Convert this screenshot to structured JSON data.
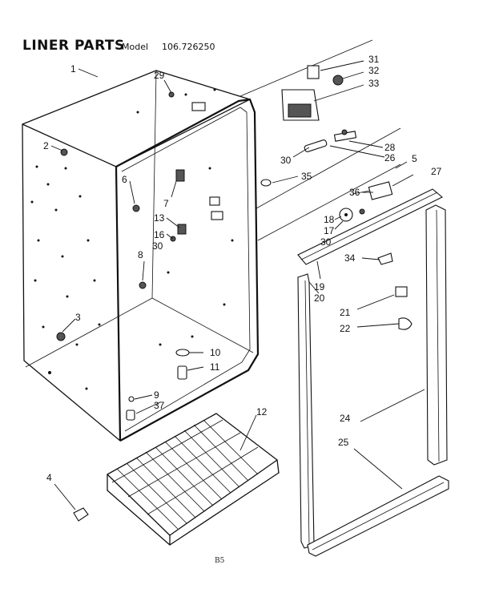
{
  "header": {
    "title": "LINER PARTS",
    "model_label": "Model",
    "model_number": "106.726250"
  },
  "callouts": {
    "c1": "1",
    "c2": "2",
    "c3": "3",
    "c4": "4",
    "c5": "5",
    "c6": "6",
    "c7": "7",
    "c8": "8",
    "c9": "9",
    "c10": "10",
    "c11": "11",
    "c12": "12",
    "c13": "13",
    "c16": "16",
    "c17": "17",
    "c18": "18",
    "c19": "19",
    "c20": "20",
    "c21": "21",
    "c22": "22",
    "c24": "24",
    "c25": "25",
    "c26": "26",
    "c27": "27",
    "c28": "28",
    "c29": "29",
    "c30a": "30",
    "c30b": "30",
    "c30c": "30",
    "c31": "31",
    "c32": "32",
    "c33": "33",
    "c34": "34",
    "c35": "35",
    "c36": "36",
    "c37": "37"
  },
  "footer": {
    "page_code": "B5"
  }
}
